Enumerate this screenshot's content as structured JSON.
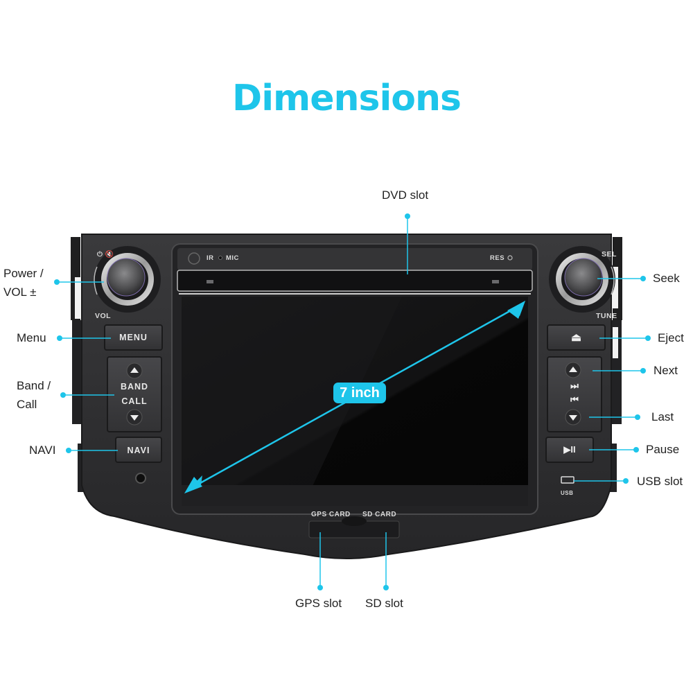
{
  "title": "Dimensions",
  "colors": {
    "accent": "#1ec5ea",
    "device_body": "#2e2e30",
    "screen": "#0b0b0c",
    "button": "#3a3a3c",
    "label_text": "#222222"
  },
  "screen": {
    "diagonal_label": "7 inch"
  },
  "panel_text": {
    "ir": "IR",
    "mic": "MIC",
    "res": "RES",
    "vol": "VOL",
    "sel": "SEL",
    "tune": "TUNE",
    "power_icons": "⏻ 🔇",
    "usb": "USB",
    "gps_card": "GPS CARD",
    "sd_card": "SD CARD"
  },
  "buttons": {
    "menu": "MENU",
    "band": "BAND",
    "call": "CALL",
    "navi": "NAVI",
    "eject_icon": "eject-icon",
    "eject_glyph": "⏏",
    "next_glyph": "⏭",
    "prev_glyph": "⏮",
    "play_pause_glyph": "▶II"
  },
  "callouts": {
    "left": [
      {
        "id": "power-vol",
        "line1": "Power /",
        "line2": "VOL ±"
      },
      {
        "id": "menu",
        "line1": "Menu"
      },
      {
        "id": "band-call",
        "line1": "Band /",
        "line2": "Call"
      },
      {
        "id": "navi",
        "line1": "NAVI"
      }
    ],
    "right": [
      {
        "id": "seek",
        "line1": "Seek"
      },
      {
        "id": "eject",
        "line1": "Eject"
      },
      {
        "id": "next",
        "line1": "Next"
      },
      {
        "id": "last",
        "line1": "Last"
      },
      {
        "id": "pause",
        "line1": "Pause"
      },
      {
        "id": "usb-slot",
        "line1": "USB slot"
      }
    ],
    "top": [
      {
        "id": "dvd-slot",
        "line1": "DVD slot"
      }
    ],
    "bottom": [
      {
        "id": "gps-slot",
        "line1": "GPS slot"
      },
      {
        "id": "sd-slot",
        "line1": "SD slot"
      }
    ]
  }
}
